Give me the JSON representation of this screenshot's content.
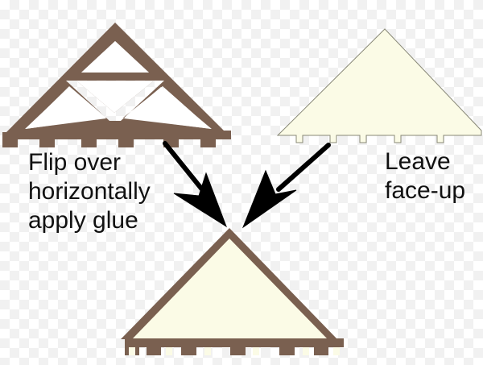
{
  "labels": {
    "left": [
      "Flip over",
      "horizontally",
      "apply glue"
    ],
    "right": [
      "Leave",
      "face-up"
    ]
  },
  "colors": {
    "frame": "#7a6050",
    "panel": "#fbfbe6",
    "panel_stroke": "#888877",
    "arrow": "#000000",
    "text": "#111111"
  }
}
